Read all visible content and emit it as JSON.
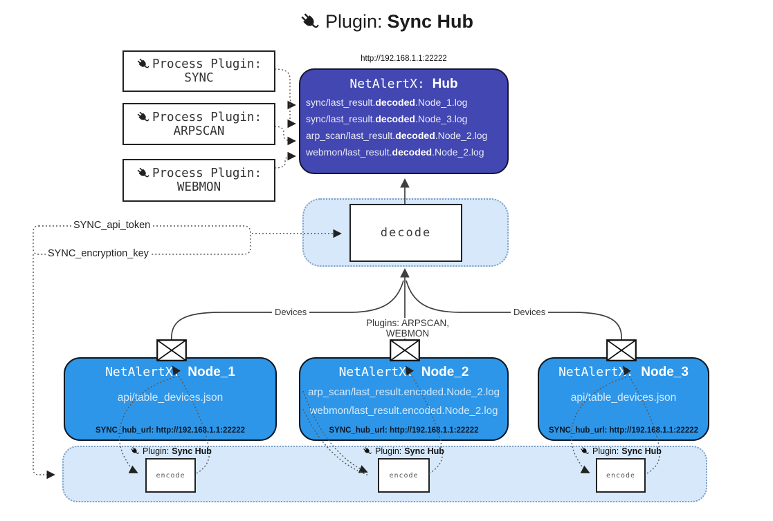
{
  "title": {
    "prefix": "Plugin:",
    "name": "Sync Hub",
    "icon": "plug-icon"
  },
  "process_plugins": [
    {
      "label": "Process Plugin:",
      "name": "SYNC"
    },
    {
      "label": "Process Plugin:",
      "name": "ARPSCAN"
    },
    {
      "label": "Process Plugin:",
      "name": "WEBMON"
    }
  ],
  "hub": {
    "url": "http://192.168.1.1:22222",
    "name_prefix": "NetAlertX:",
    "name": "Hub",
    "logs": [
      {
        "pre": "sync/last_result.",
        "bold": "decoded",
        "post": ".Node_1.log"
      },
      {
        "pre": "sync/last_result.",
        "bold": "decoded",
        "post": ".Node_3.log"
      },
      {
        "pre": "arp_scan/last_result.",
        "bold": "decoded",
        "post": ".Node_2.log"
      },
      {
        "pre": "webmon/last_result.",
        "bold": "decoded",
        "post": ".Node_2.log"
      }
    ]
  },
  "decode_label": "decode",
  "settings": {
    "api_token": "SYNC_api_token",
    "encryption_key": "SYNC_encryption_key"
  },
  "edge_labels": {
    "left": "Devices",
    "middle": "Plugins: ARPSCAN, WEBMON",
    "right": "Devices"
  },
  "nodes": [
    {
      "name_prefix": "NetAlertX:",
      "name": "Node_1",
      "files": [
        "api/table_devices.json"
      ],
      "hub_url": "SYNC_hub_url: http://192.168.1.1:22222"
    },
    {
      "name_prefix": "NetAlertX:",
      "name": "Node_2",
      "files": [
        "arp_scan/last_result.encoded.Node_2.log",
        "webmon/last_result.encoded.Node_2.log"
      ],
      "hub_url": "SYNC_hub_url: http://192.168.1.1:22222"
    },
    {
      "name_prefix": "NetAlertX:",
      "name": "Node_3",
      "files": [
        "api/table_devices.json"
      ],
      "hub_url": "SYNC_hub_url: http://192.168.1.1:22222"
    }
  ],
  "encoders": [
    {
      "plugin_prefix": "Plugin:",
      "plugin_name": "Sync Hub",
      "label": "encode"
    },
    {
      "plugin_prefix": "Plugin:",
      "plugin_name": "Sync Hub",
      "label": "encode"
    },
    {
      "plugin_prefix": "Plugin:",
      "plugin_name": "Sync Hub",
      "label": "encode"
    }
  ],
  "icons": {
    "plug": "plug-icon",
    "envelope": "envelope-icon"
  },
  "colors": {
    "hub_fill": "#4347b2",
    "node_fill": "#2e96e8",
    "panel_fill": "#d6e8fa",
    "panel_border": "#7d9fc4",
    "line": "#3f3f3f",
    "light_text": "#d7eafb"
  }
}
